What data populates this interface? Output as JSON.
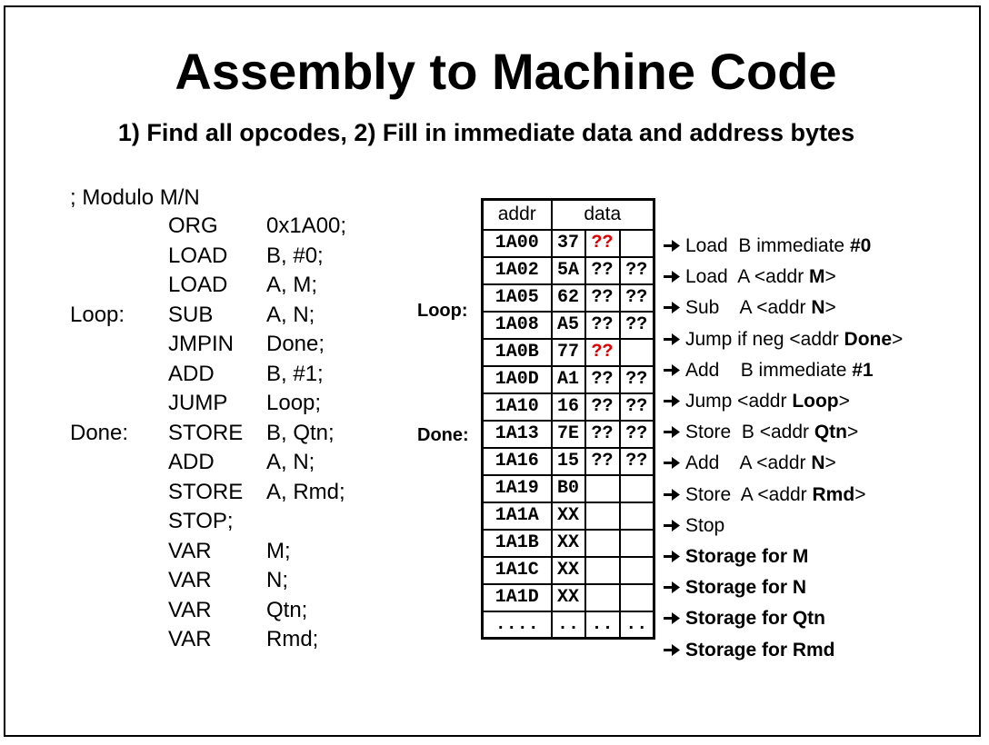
{
  "title": "Assembly to Machine Code",
  "subtitle": "1) Find all opcodes, 2) Fill in immediate data and address bytes",
  "comment": "; Modulo M/N",
  "code": [
    {
      "label": "",
      "op": "ORG",
      "arg": "0x1A00;"
    },
    {
      "label": "",
      "op": "LOAD",
      "arg": "B, #0;"
    },
    {
      "label": "",
      "op": "LOAD",
      "arg": "A, M;"
    },
    {
      "label": "Loop:",
      "op": "SUB",
      "arg": "A, N;"
    },
    {
      "label": "",
      "op": "JMPIN",
      "arg": "Done;"
    },
    {
      "label": "",
      "op": "ADD",
      "arg": "B, #1;"
    },
    {
      "label": "",
      "op": "JUMP",
      "arg": "Loop;"
    },
    {
      "label": "Done:",
      "op": "STORE",
      "arg": "B, Qtn;"
    },
    {
      "label": "",
      "op": "ADD",
      "arg": "A, N;"
    },
    {
      "label": "",
      "op": "STORE",
      "arg": "A, Rmd;"
    },
    {
      "label": "",
      "op": "STOP;",
      "arg": ""
    },
    {
      "label": "",
      "op": "VAR",
      "arg": "M;"
    },
    {
      "label": "",
      "op": "VAR",
      "arg": "N;"
    },
    {
      "label": "",
      "op": "VAR",
      "arg": "Qtn;"
    },
    {
      "label": "",
      "op": "VAR",
      "arg": "Rmd;"
    }
  ],
  "table": {
    "headers": [
      "addr",
      "data"
    ],
    "rows": [
      {
        "addr": "1A00",
        "b1": "37",
        "b2": "??",
        "b3": "",
        "red": true
      },
      {
        "addr": "1A02",
        "b1": "5A",
        "b2": "??",
        "b3": "??",
        "red": false
      },
      {
        "addr": "1A05",
        "b1": "62",
        "b2": "??",
        "b3": "??",
        "red": false
      },
      {
        "addr": "1A08",
        "b1": "A5",
        "b2": "??",
        "b3": "??",
        "red": false
      },
      {
        "addr": "1A0B",
        "b1": "77",
        "b2": "??",
        "b3": "",
        "red": true
      },
      {
        "addr": "1A0D",
        "b1": "A1",
        "b2": "??",
        "b3": "??",
        "red": false
      },
      {
        "addr": "1A10",
        "b1": "16",
        "b2": "??",
        "b3": "??",
        "red": false
      },
      {
        "addr": "1A13",
        "b1": "7E",
        "b2": "??",
        "b3": "??",
        "red": false
      },
      {
        "addr": "1A16",
        "b1": "15",
        "b2": "??",
        "b3": "??",
        "red": false
      },
      {
        "addr": "1A19",
        "b1": "B0",
        "b2": "",
        "b3": "",
        "red": false
      },
      {
        "addr": "1A1A",
        "b1": "XX",
        "b2": "",
        "b3": "",
        "red": false
      },
      {
        "addr": "1A1B",
        "b1": "XX",
        "b2": "",
        "b3": "",
        "red": false
      },
      {
        "addr": "1A1C",
        "b1": "XX",
        "b2": "",
        "b3": "",
        "red": false
      },
      {
        "addr": "1A1D",
        "b1": "XX",
        "b2": "",
        "b3": "",
        "red": false
      },
      {
        "addr": "....",
        "b1": "..",
        "b2": "..",
        "b3": "..",
        "red": false
      }
    ]
  },
  "side_labels": {
    "loop": "Loop:",
    "done": "Done:"
  },
  "notes": [
    {
      "pre": "Load  B immediate ",
      "bold": "#0",
      "post": ""
    },
    {
      "pre": "Load  A <addr ",
      "bold": "M",
      "post": ">"
    },
    {
      "pre": "Sub    A <addr ",
      "bold": "N",
      "post": ">"
    },
    {
      "pre": "Jump if neg <addr ",
      "bold": "Done",
      "post": ">"
    },
    {
      "pre": "Add    B immediate ",
      "bold": "#1",
      "post": ""
    },
    {
      "pre": "Jump <addr ",
      "bold": "Loop",
      "post": ">"
    },
    {
      "pre": "Store  B <addr ",
      "bold": "Qtn",
      "post": ">"
    },
    {
      "pre": "Add    A <addr ",
      "bold": "N",
      "post": ">"
    },
    {
      "pre": "Store  A <addr ",
      "bold": "Rmd",
      "post": ">"
    },
    {
      "pre": "Stop",
      "bold": "",
      "post": ""
    },
    {
      "pre": "",
      "bold": "Storage for M",
      "post": ""
    },
    {
      "pre": "",
      "bold": "Storage for N",
      "post": ""
    },
    {
      "pre": "",
      "bold": "Storage for Qtn",
      "post": ""
    },
    {
      "pre": "",
      "bold": "Storage for Rmd",
      "post": ""
    }
  ],
  "colors": {
    "highlight": "#e00000",
    "text": "#000000"
  }
}
